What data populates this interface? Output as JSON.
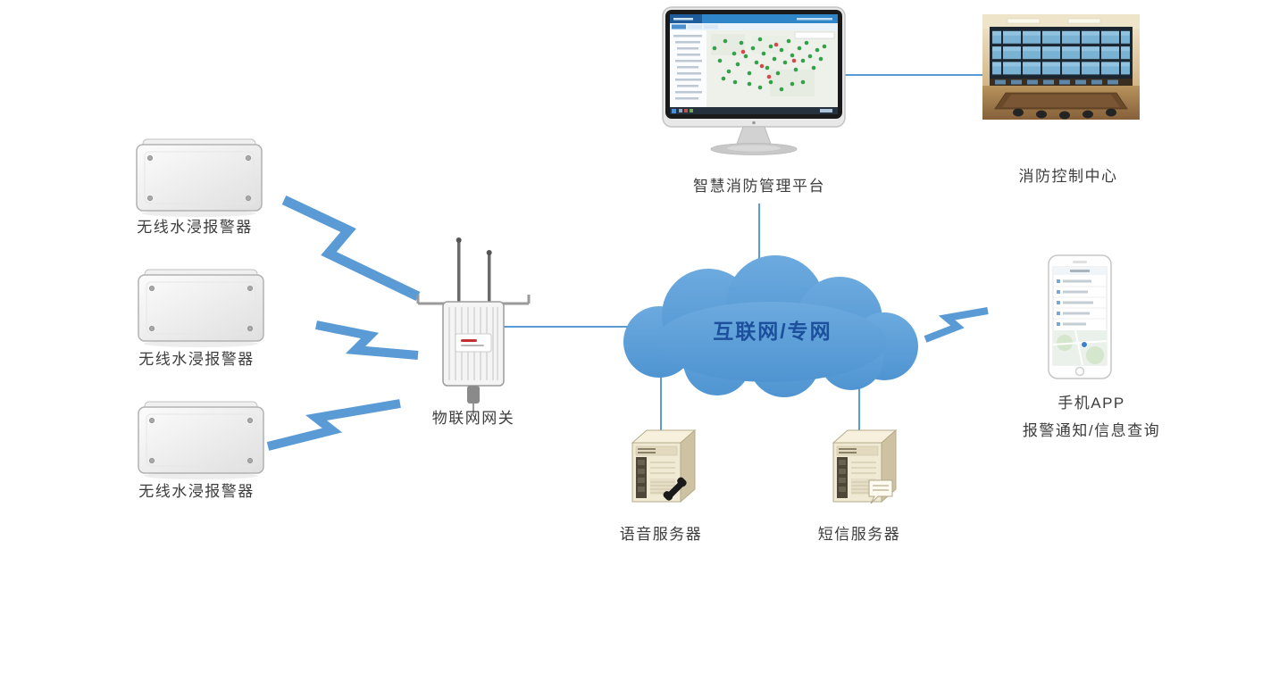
{
  "diagram": {
    "cloud": {
      "label": "互联网/专网"
    },
    "sensors": [
      {
        "label": "无线水浸报警器"
      },
      {
        "label": "无线水浸报警器"
      },
      {
        "label": "无线水浸报警器"
      }
    ],
    "gateway": {
      "label": "物联网网关"
    },
    "platform": {
      "label": "智慧消防管理平台"
    },
    "control_center": {
      "label": "消防控制中心"
    },
    "mobile_app": {
      "label": "手机APP",
      "sublabel": "报警通知/信息查询"
    },
    "voice_server": {
      "label": "语音服务器"
    },
    "sms_server": {
      "label": "短信服务器"
    }
  },
  "colors": {
    "connector": "#5B9BD5",
    "bolt": "#5B9BD5",
    "cloud_fill_top": "#6CAADF",
    "cloud_fill_bottom": "#4F94D1",
    "cloud_text": "#1C4F9C",
    "label_text": "#3D3D3D"
  }
}
